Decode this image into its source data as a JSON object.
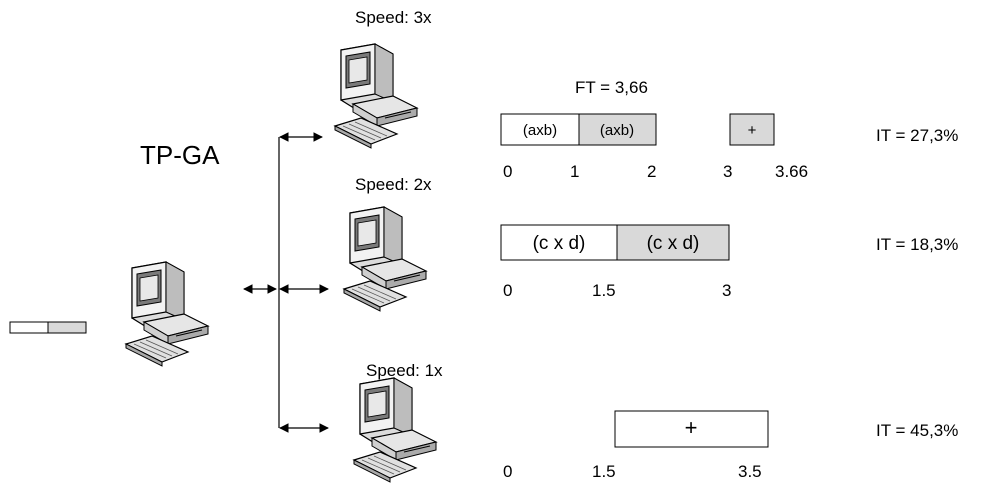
{
  "title": "TP-GA",
  "workers": [
    {
      "speed_label": "Speed: 3x",
      "ft_label": "FT = 3,66",
      "tasks": [
        {
          "label": "(axb)",
          "fill": "#ffffff"
        },
        {
          "label": "(axb)",
          "fill": "#d9d9d9"
        },
        {
          "label": "+",
          "fill": "#d9d9d9"
        }
      ],
      "ticks": [
        "0",
        "1",
        "2",
        "3",
        "3.66"
      ],
      "it_label": "IT = 27,3%"
    },
    {
      "speed_label": "Speed: 2x",
      "tasks": [
        {
          "label": "(c x d)",
          "fill": "#ffffff"
        },
        {
          "label": "(c x d)",
          "fill": "#d9d9d9"
        }
      ],
      "ticks": [
        "0",
        "1.5",
        "3"
      ],
      "it_label": "IT = 18,3%"
    },
    {
      "speed_label": "Speed: 1x",
      "tasks": [
        {
          "label": "+",
          "fill": "#ffffff"
        }
      ],
      "ticks": [
        "0",
        "1.5",
        "3.5"
      ],
      "it_label": "IT = 45,3%"
    }
  ],
  "colors": {
    "shaded": "#d9d9d9",
    "plain": "#ffffff",
    "computer_body": "#ececec",
    "screen": "#7a7a7a"
  }
}
